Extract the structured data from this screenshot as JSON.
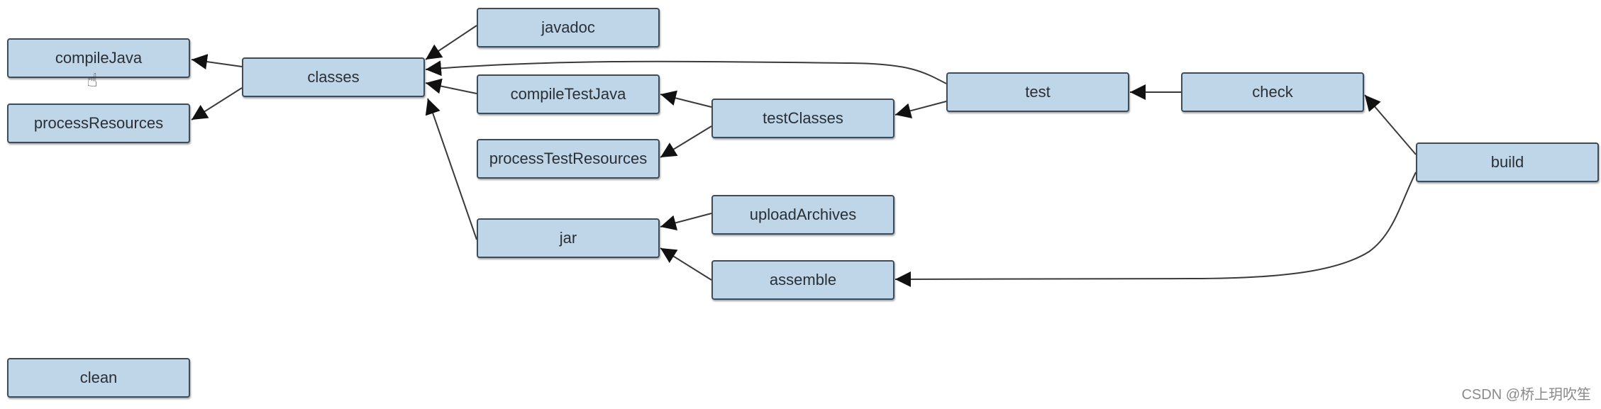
{
  "nodes": {
    "compileJava": "compileJava",
    "processResources": "processResources",
    "classes": "classes",
    "javadoc": "javadoc",
    "compileTestJava": "compileTestJava",
    "processTestResources": "processTestResources",
    "jar": "jar",
    "testClasses": "testClasses",
    "uploadArchives": "uploadArchives",
    "assemble": "assemble",
    "test": "test",
    "check": "check",
    "build": "build",
    "clean": "clean"
  },
  "edges": [
    {
      "from": "classes",
      "to": "compileJava"
    },
    {
      "from": "classes",
      "to": "processResources"
    },
    {
      "from": "javadoc",
      "to": "classes"
    },
    {
      "from": "compileTestJava",
      "to": "classes"
    },
    {
      "from": "jar",
      "to": "classes"
    },
    {
      "from": "test",
      "to": "classes"
    },
    {
      "from": "testClasses",
      "to": "compileTestJava"
    },
    {
      "from": "testClasses",
      "to": "processTestResources"
    },
    {
      "from": "test",
      "to": "testClasses"
    },
    {
      "from": "uploadArchives",
      "to": "jar"
    },
    {
      "from": "assemble",
      "to": "jar"
    },
    {
      "from": "check",
      "to": "test"
    },
    {
      "from": "build",
      "to": "check"
    },
    {
      "from": "build",
      "to": "assemble"
    }
  ],
  "watermark": "CSDN @桥上玥吹笙"
}
